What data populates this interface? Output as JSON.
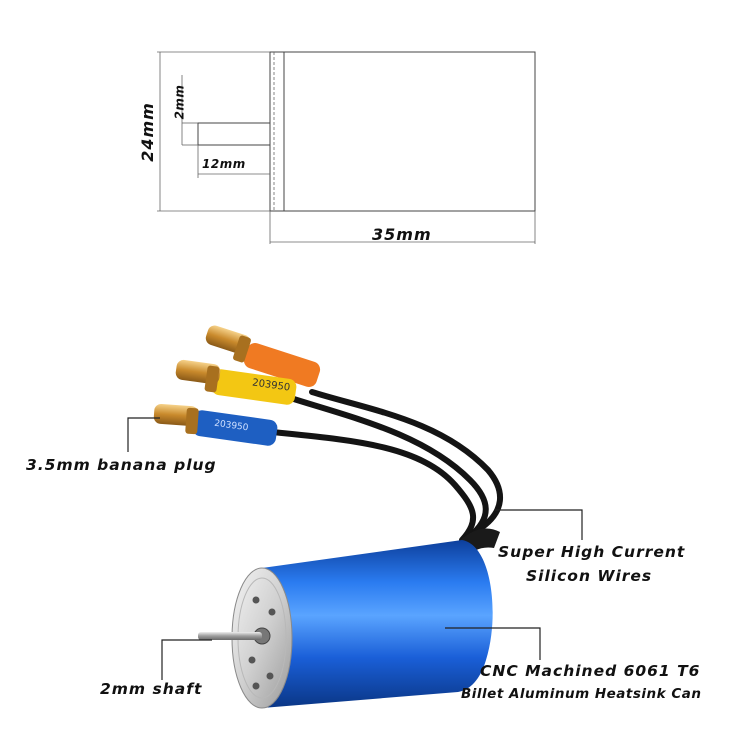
{
  "dimensions": {
    "height": "24mm",
    "length": "35mm",
    "shaft_diameter": "2mm",
    "shaft_length": "12mm"
  },
  "plug_labels": {
    "yellow_sleeve_text": "203950",
    "blue_sleeve_text": "203950"
  },
  "callouts": {
    "banana_plug": "3.5mm banana plug",
    "wires_line1": "Super High Current",
    "wires_line2": "Silicon Wires",
    "can_line1": "CNC Machined 6061 T6",
    "can_line2": "Billet Aluminum Heatsink Can",
    "shaft": "2mm shaft"
  },
  "colors": {
    "can_blue": "#1a5fd8",
    "sleeve_orange": "#f07a22",
    "sleeve_yellow": "#f3c713",
    "sleeve_blue": "#1e5fc2",
    "connector_gold": "#d9a446",
    "wire_black": "#141414"
  }
}
